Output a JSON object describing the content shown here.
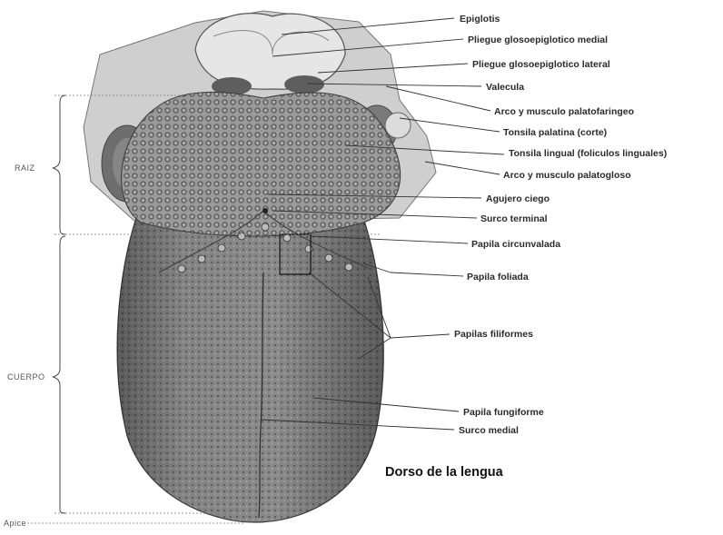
{
  "figure": {
    "title": "Dorso de la lengua",
    "regions": {
      "root": "RAIZ",
      "body": "CUERPO",
      "apex": "Apice"
    },
    "labels": [
      "Epiglotis",
      "Pliegue glosoepiglotico medial",
      "Pliegue glosoepiglotico lateral",
      "Valecula",
      "Arco y musculo palatofaringeo",
      "Tonsila palatina (corte)",
      "Tonsila lingual (foliculos linguales)",
      "Arco y musculo palatogloso",
      "Agujero ciego",
      "Surco terminal",
      "Papila circunvalada",
      "Papila foliada",
      "Papilas filiformes",
      "Papila fungiforme",
      "Surco medial"
    ]
  }
}
